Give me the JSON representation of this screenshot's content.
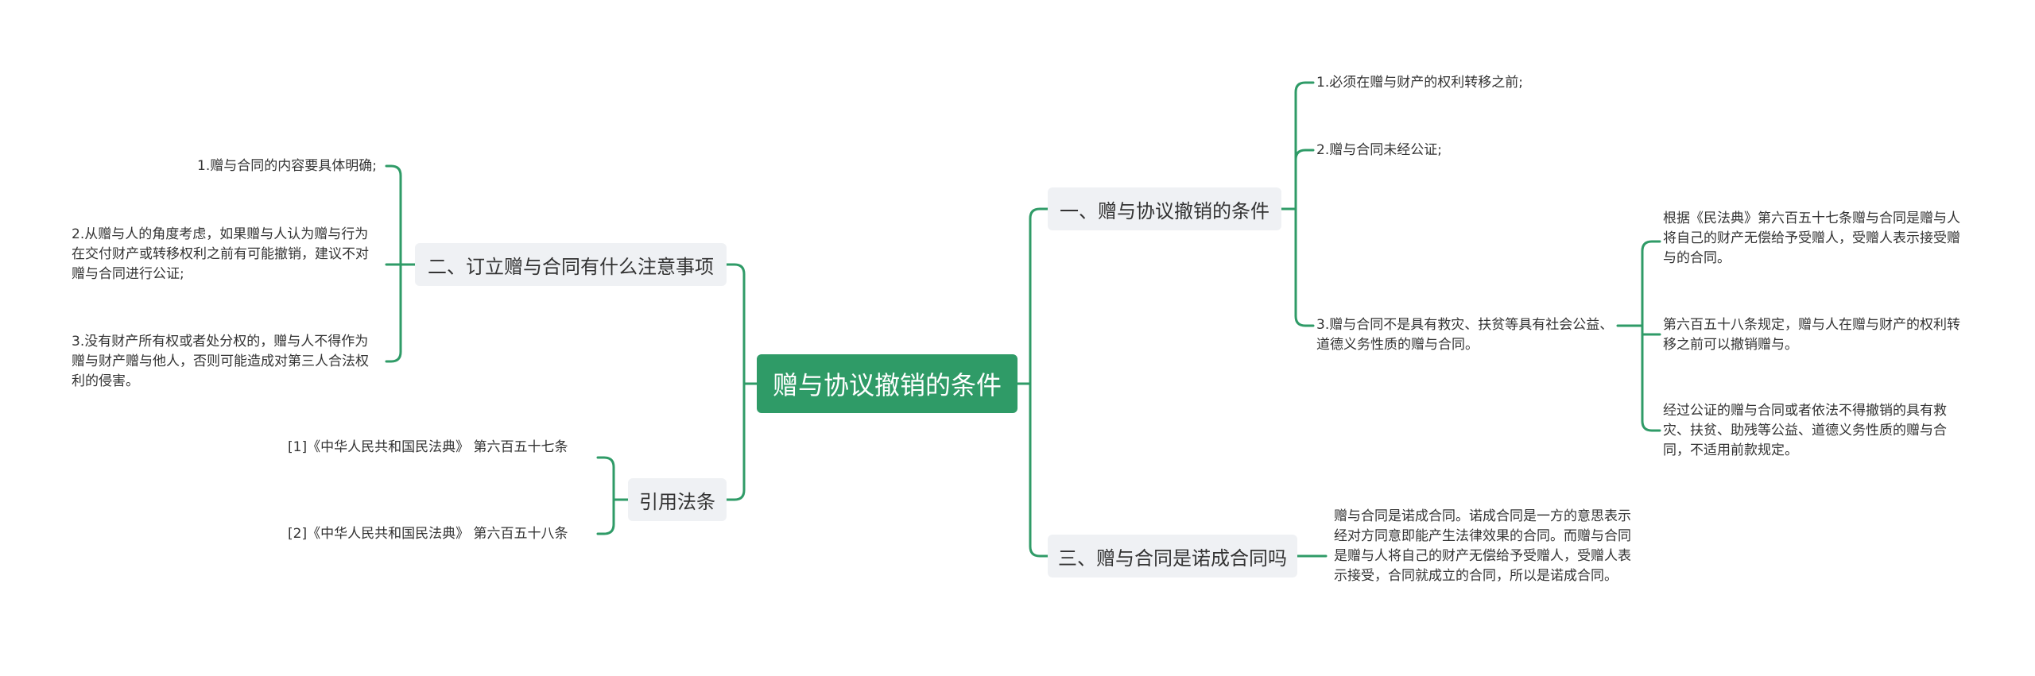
{
  "root": {
    "label": "赠与协议撤销的条件"
  },
  "right": [
    {
      "label": "一、赠与协议撤销的条件",
      "children": [
        {
          "text": "1.必须在赠与财产的权利转移之前;"
        },
        {
          "text": "2.赠与合同未经公证;"
        },
        {
          "text": "3.赠与合同不是具有救灾、扶贫等具有社会公益、道德义务性质的赠与合同。",
          "children": [
            {
              "text": "根据《民法典》第六百五十七条赠与合同是赠与人将自己的财产无偿给予受赠人，受赠人表示接受赠与的合同。"
            },
            {
              "text": "第六百五十八条规定，赠与人在赠与财产的权利转移之前可以撤销赠与。"
            },
            {
              "text": "经过公证的赠与合同或者依法不得撤销的具有救灾、扶贫、助残等公益、道德义务性质的赠与合同，不适用前款规定。"
            }
          ]
        }
      ]
    },
    {
      "label": "三、赠与合同是诺成合同吗",
      "children": [
        {
          "text": "赠与合同是诺成合同。诺成合同是一方的意思表示经对方同意即能产生法律效果的合同。而赠与合同是赠与人将自己的财产无偿给予受赠人，受赠人表示接受，合同就成立的合同，所以是诺成合同。"
        }
      ]
    }
  ],
  "left": [
    {
      "label": "二、订立赠与合同有什么注意事项",
      "children": [
        {
          "text": "1.赠与合同的内容要具体明确;"
        },
        {
          "text": "2.从赠与人的角度考虑，如果赠与人认为赠与行为在交付财产或转移权利之前有可能撤销，建议不对赠与合同进行公证;"
        },
        {
          "text": "3.没有财产所有权或者处分权的，赠与人不得作为赠与财产赠与他人，否则可能造成对第三人合法权利的侵害。"
        }
      ]
    },
    {
      "label": "引用法条",
      "children": [
        {
          "text": "[1]《中华人民共和国民法典》 第六百五十七条"
        },
        {
          "text": "[2]《中华人民共和国民法典》 第六百五十八条"
        }
      ]
    }
  ],
  "colors": {
    "line": "#2f9b67",
    "root_bg": "#2f9b67",
    "branch_bg": "#eff1f4",
    "text": "#333333"
  }
}
